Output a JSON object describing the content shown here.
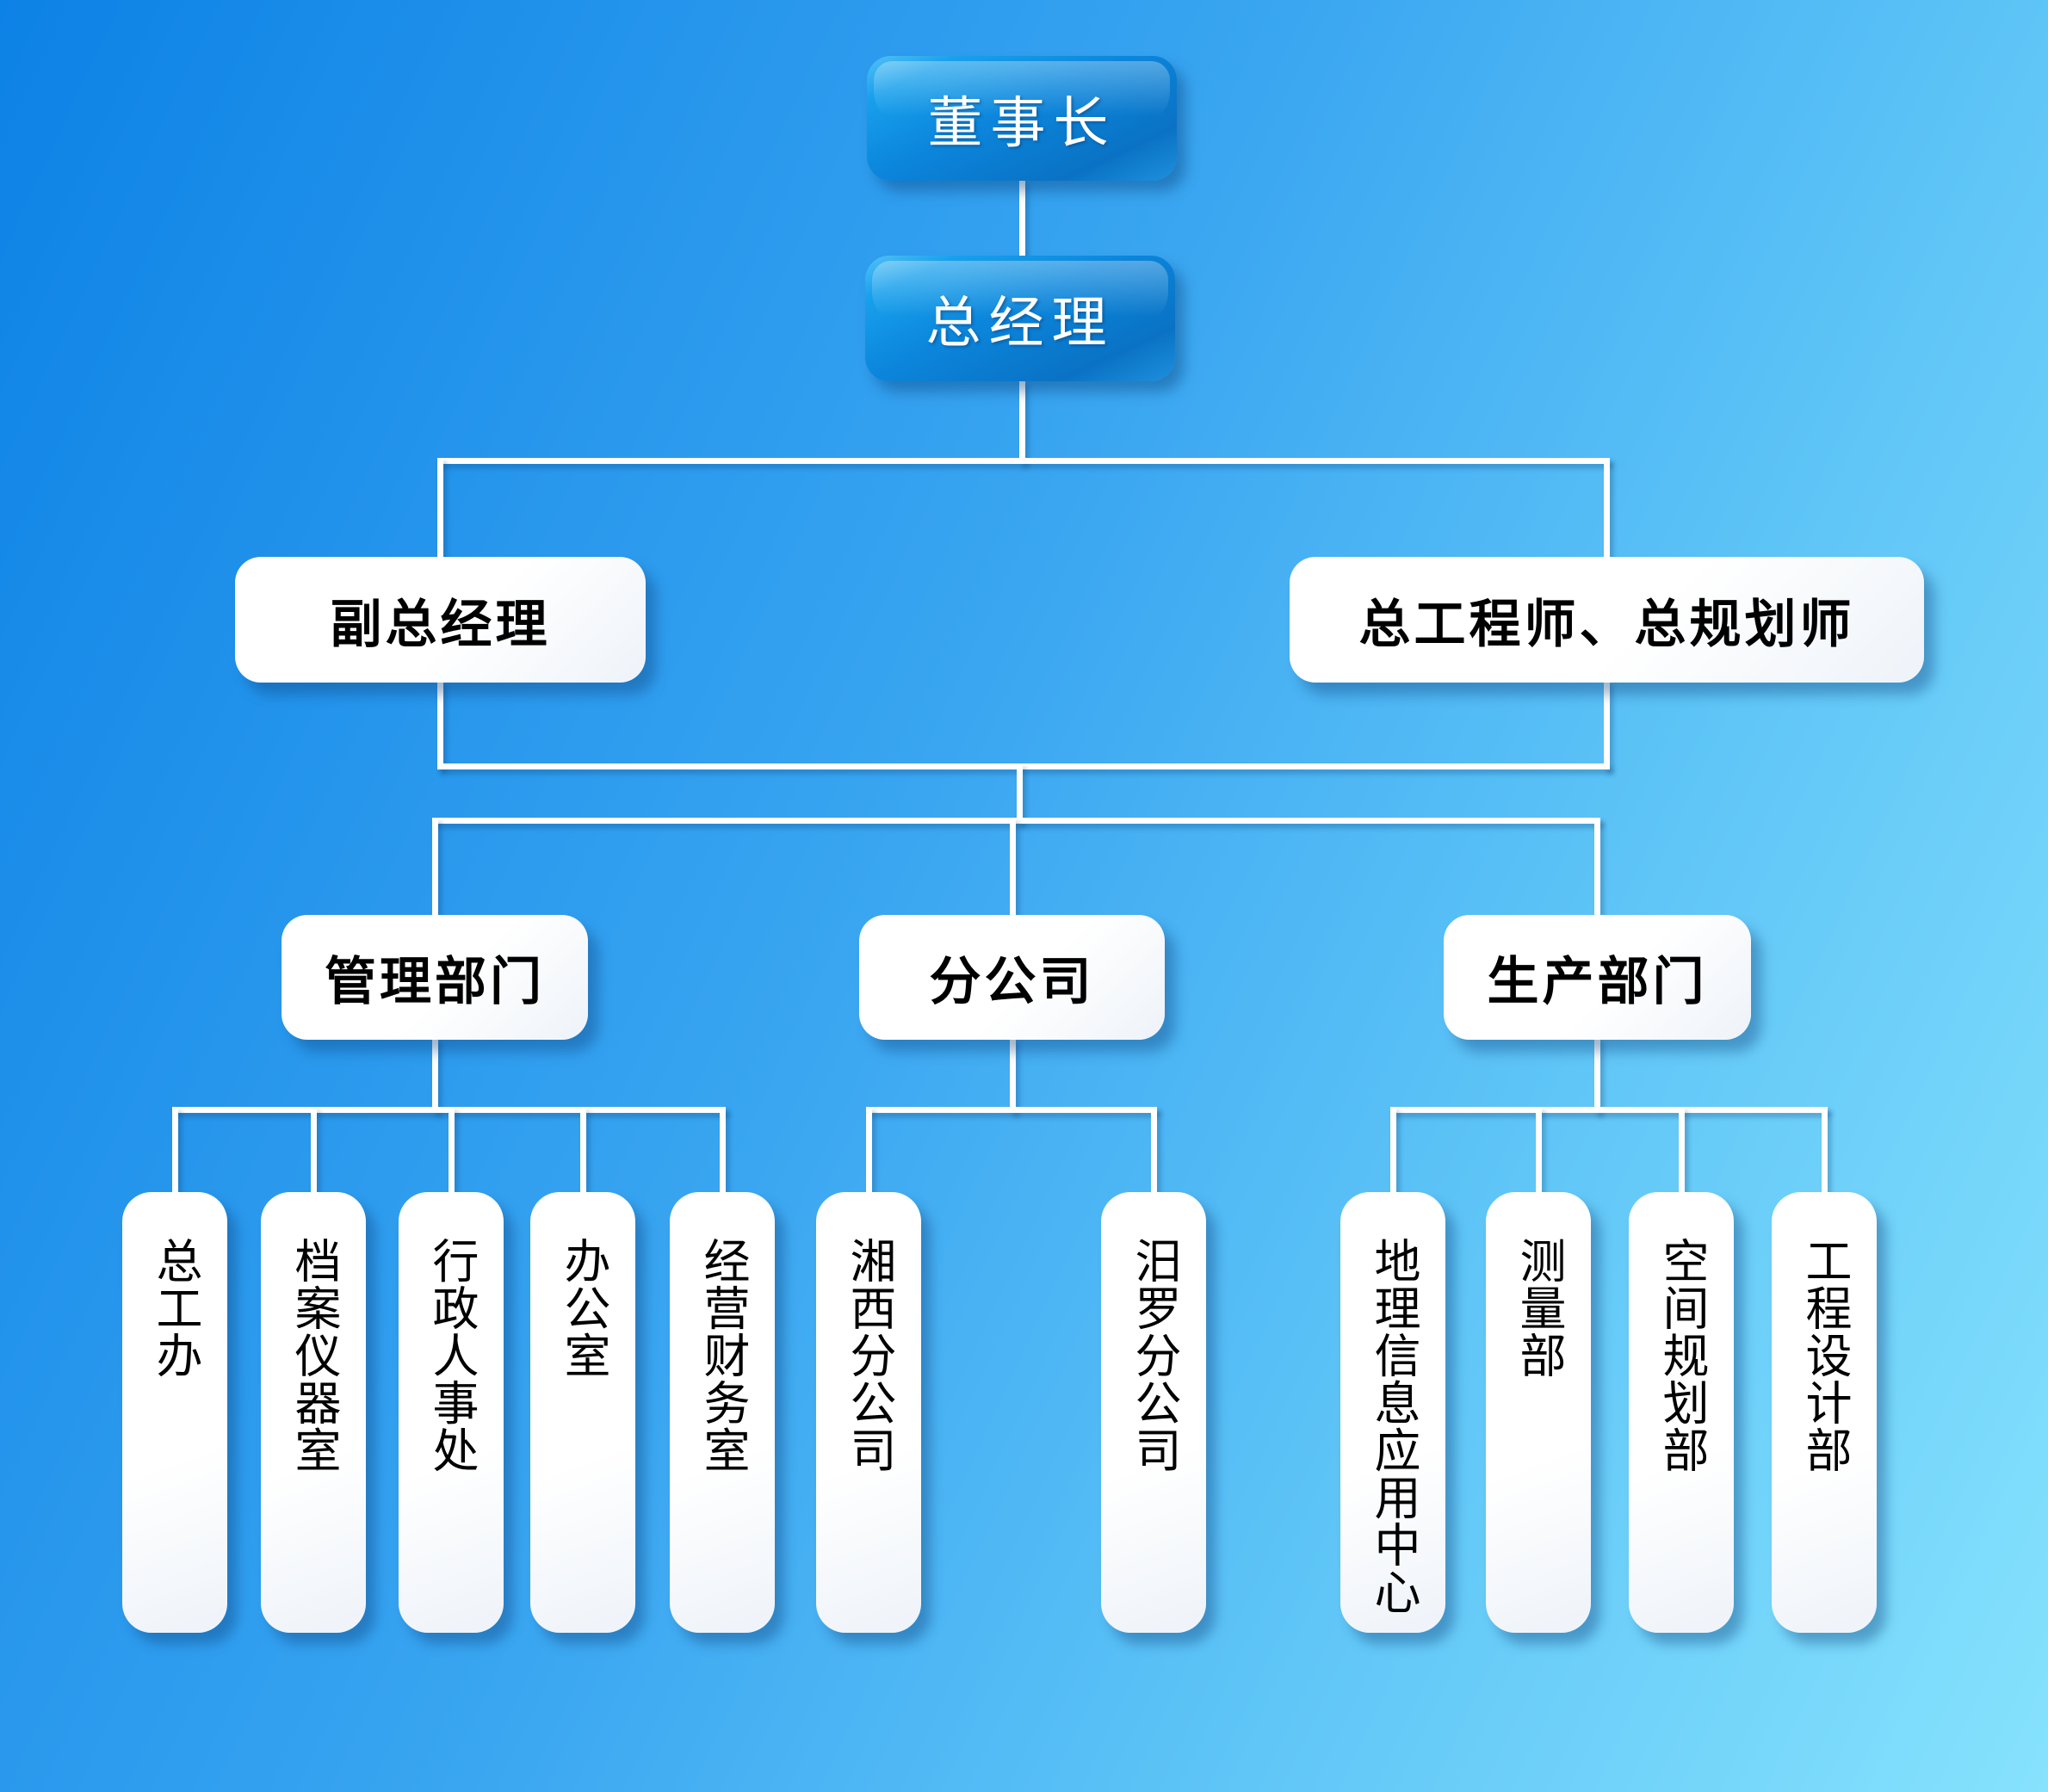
{
  "org": {
    "chairman": {
      "label": "董事长"
    },
    "general_manager": {
      "label": "总经理"
    },
    "executives": [
      {
        "label": "副总经理"
      },
      {
        "label": "总工程师、总规划师"
      }
    ],
    "departments": [
      {
        "label": "管理部门",
        "children": [
          "总工办",
          "档案仪器室",
          "行政人事处",
          "办公室",
          "经营财务室"
        ]
      },
      {
        "label": "分公司",
        "children": [
          "湘西分公司",
          "汨罗分公司"
        ]
      },
      {
        "label": "生产部门",
        "children": [
          "地理信息应用中心",
          "测量部",
          "空间规划部",
          "工程设计部"
        ]
      }
    ]
  },
  "palette": {
    "background_top_left": "#0d82e6",
    "background_bottom_right": "#86e2fd",
    "node_blue_main": "#0b86dc",
    "node_blue_highlight": "#54c2f6",
    "node_white": "#ffffff",
    "connector_line": "#ffffff",
    "text_on_blue": "#ffffff",
    "text_on_white": "#000000",
    "shadow": "#0d4078"
  }
}
